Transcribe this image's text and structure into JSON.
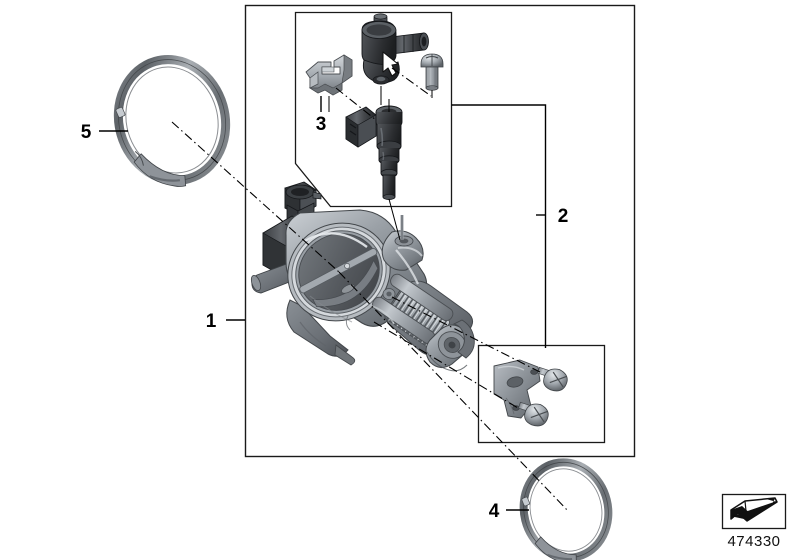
{
  "diagram": {
    "title": "Throttle body / fuel injector assembly (exploded parts diagram)",
    "part_number": "474330",
    "background_color": "#ffffff",
    "line_color": "#1a1a1a"
  },
  "callouts": [
    {
      "id": "1",
      "label": "1",
      "part": "throttle-body-assembly"
    },
    {
      "id": "2",
      "label": "2",
      "part": "fuel-injector-assembly"
    },
    {
      "id": "3",
      "label": "3",
      "part": "retaining-clip"
    },
    {
      "id": "4",
      "label": "4",
      "part": "hose-clamp-lower"
    },
    {
      "id": "5",
      "label": "5",
      "part": "hose-clamp-upper"
    }
  ],
  "parts": {
    "hose_clamp_upper": {
      "name": "hose-clamp-upper",
      "callout": "5"
    },
    "hose_clamp_lower": {
      "name": "hose-clamp-lower",
      "callout": "4"
    },
    "retaining_clip": {
      "name": "retaining-clip",
      "callout": "3"
    },
    "fuel_rail_connector": {
      "name": "fuel-rail-hose-connector"
    },
    "screw_small": {
      "name": "pan-head-screw"
    },
    "fuel_injector": {
      "name": "fuel-injector"
    },
    "throttle_body": {
      "name": "throttle-body"
    },
    "throttle_sensor_connector": {
      "name": "throttle-position-sensor-connector"
    },
    "actuator_spring": {
      "name": "actuator-return-spring"
    },
    "mounting_bracket": {
      "name": "mounting-bracket"
    },
    "bracket_screws": {
      "name": "bracket-screws",
      "count": 2
    }
  },
  "watermark": {
    "number": "474330",
    "icon": "bent-arrow-icon"
  }
}
